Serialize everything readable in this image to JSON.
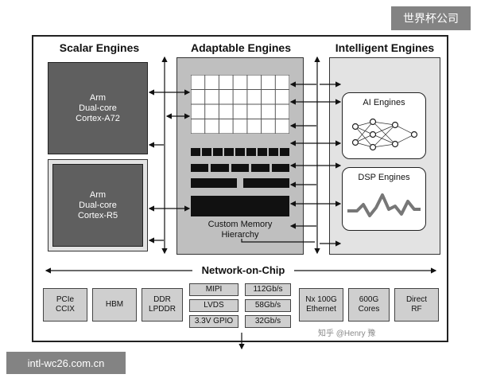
{
  "sections": {
    "scalar": "Scalar Engines",
    "adaptable": "Adaptable Engines",
    "intelligent": "Intelligent Engines"
  },
  "scalar": {
    "a72": [
      "Arm",
      "Dual-core",
      "Cortex-A72"
    ],
    "r5": [
      "Arm",
      "Dual-core",
      "Cortex-R5"
    ]
  },
  "adaptable": {
    "memory": [
      "Custom Memory",
      "Hierarchy"
    ]
  },
  "intelligent": {
    "ai": "AI Engines",
    "dsp": "DSP Engines"
  },
  "noc": "Network-on-Chip",
  "io": {
    "pcie": [
      "PCIe",
      "CCIX"
    ],
    "hbm": "HBM",
    "ddr": [
      "DDR",
      "LPDDR"
    ],
    "mipi": "MIPI",
    "lvds": "LVDS",
    "gpio": "3.3V GPIO",
    "r112": "112Gb/s",
    "r58": "58Gb/s",
    "r32": "32Gb/s",
    "ethernet": [
      "Nx 100G",
      "Ethernet"
    ],
    "cores600": [
      "600G",
      "Cores"
    ],
    "directrf": [
      "Direct",
      "RF"
    ]
  },
  "watermarks": {
    "top_right": "世界杯公司",
    "bottom_left": "intl-wc26.com.cn",
    "zhihu": "知乎 @Henry 豫"
  }
}
